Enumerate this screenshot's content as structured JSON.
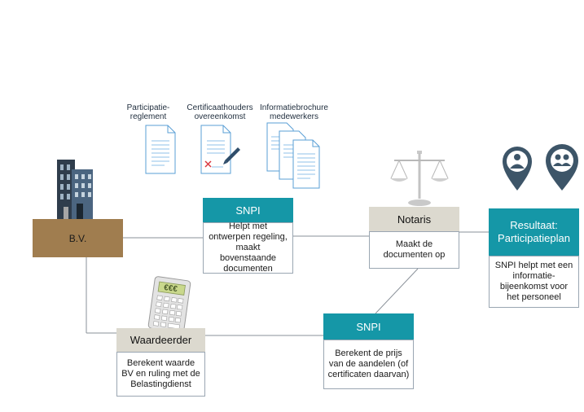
{
  "documents": [
    {
      "label": "Participatie-\nreglement",
      "icon": "document-icon"
    },
    {
      "label": "Certificaathouders\novereenkomst",
      "icon": "signed-document-icon"
    },
    {
      "label": "Informatiebrochure\nmedewerkers",
      "icon": "document-stack-icon"
    }
  ],
  "bv": {
    "label": "B.V."
  },
  "snpi_top": {
    "title": "SNPI",
    "body": "Helpt met ontwerpen regeling, maakt bovenstaande documenten"
  },
  "notaris": {
    "title": "Notaris",
    "body": "Maakt de documenten op"
  },
  "resultaat": {
    "title": "Resultaat: Participatieplan",
    "body": "SNPI helpt met een informatie-bijeenkomst voor het personeel"
  },
  "waardeerder": {
    "title": "Waardeerder",
    "body": "Berekent waarde BV en ruling met de Belastingdienst"
  },
  "snpi_bottom": {
    "title": "SNPI",
    "body": "Berekent de prijs van de aandelen (of certificaten daarvan)"
  },
  "calculator": {
    "display": "€€€"
  },
  "colors": {
    "teal": "#1597a7",
    "beige": "#dcd9cf",
    "bv_brown": "#a07d4f",
    "pin": "#3d5568"
  }
}
